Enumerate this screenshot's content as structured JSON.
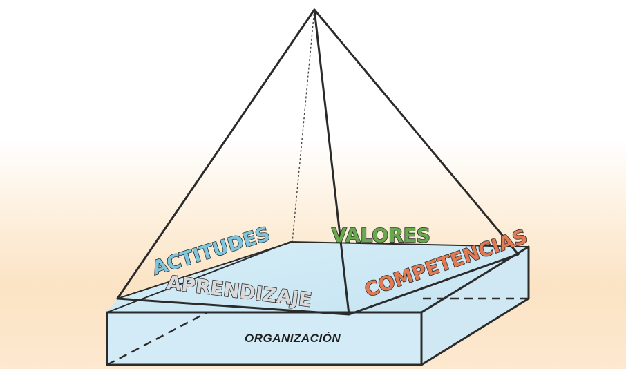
{
  "diagram": {
    "base_label": "ORGANIZACIÓN",
    "concepts": {
      "actitudes": "ACTITUDES",
      "valores": "VALORES",
      "aprendizaje": "APRENDIZAJE",
      "competencias": "COMPETENCIAS"
    },
    "colors": {
      "actitudes": "#7fc6dc",
      "valores": "#6aa84f",
      "aprendizaje": "#d9d9d9",
      "competencias": "#e07b55",
      "plane_fill": "#cde9f5",
      "background_glow": "#fbe3c4"
    }
  }
}
